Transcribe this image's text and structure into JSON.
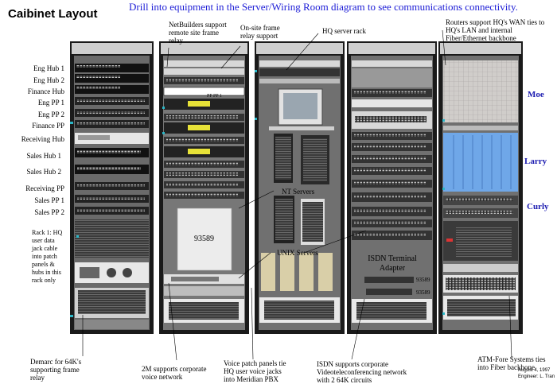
{
  "header": {
    "title": "Caibinet Layout",
    "subtitle": "Drill into equipment in the Server/Wiring Room diagram to see communications connectivity."
  },
  "rack1_labels": [
    "Eng Hub 1",
    "Eng Hub 2",
    "Finance Hub",
    "Eng PP 1",
    "Eng PP 2",
    "Finance PP",
    "Receiving Hub",
    "Sales Hub 1",
    "Sales Hub 2",
    "Receiving PP",
    "Sales PP 1",
    "Sales PP 2"
  ],
  "rack1_note": "Rack 1: HQ user data jack cable into patch panels & hubs in this rack only",
  "rack5_names": [
    "Moe",
    "Larry",
    "Curly"
  ],
  "callouts": {
    "netbuilders": "NetBuilders support remote site frame relay",
    "onsite_frame": "On-site frame relay support",
    "hq_server_rack": "HQ server rack",
    "routers": "Routers support HQ's WAN ties to HQ's LAN and internal Fiber/Ethernet backbone",
    "nt_servers": "NT Servers",
    "unix_servers": "UNIX Servers",
    "isdn_terminal": "ISDN Terminal Adapter",
    "demarc": "Demarc for 64K's supporting frame relay",
    "twom": "2M supports corporate voice network",
    "voice_patch": "Voice patch panels tie HQ user voice jacks into Meridian PBX",
    "isdn_supports": "ISDN supports corporate Videoteleconferencing network with 2 64K circuits",
    "atm": "ATM-Fore Systems ties into Fiber backbone"
  },
  "device_labels": {
    "pp1": "PP PP 1",
    "num_93589": "93589",
    "isdn_a": "93589",
    "isdn_b": "93589"
  },
  "footer": {
    "date": "August 4, 1997",
    "engineer": "Engineer: L. Tran"
  }
}
